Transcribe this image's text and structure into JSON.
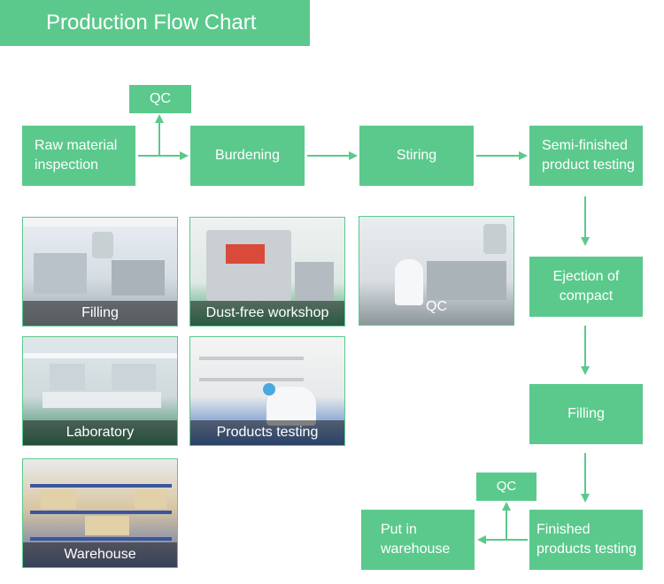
{
  "title": "Production Flow Chart",
  "steps": {
    "raw_material": "Raw material\ninspection",
    "burdening": "Burdening",
    "stiring": "Stiring",
    "semi_finished": "Semi-finished\nproduct testing",
    "ejection": "Ejection of\ncompact",
    "filling": "Filling",
    "finished": "Finished\nproducts testing",
    "warehouse": "Put in\nwarehouse",
    "qc_top": "QC",
    "qc_bottom": "QC"
  },
  "photos": {
    "filling": "Filling",
    "dust_free": "Dust-free workshop",
    "qc": "QC",
    "laboratory": "Laboratory",
    "products_testing": "Products testing",
    "warehouse": "Warehouse"
  },
  "colors": {
    "accent": "#5bc98c",
    "text": "#ffffff"
  }
}
